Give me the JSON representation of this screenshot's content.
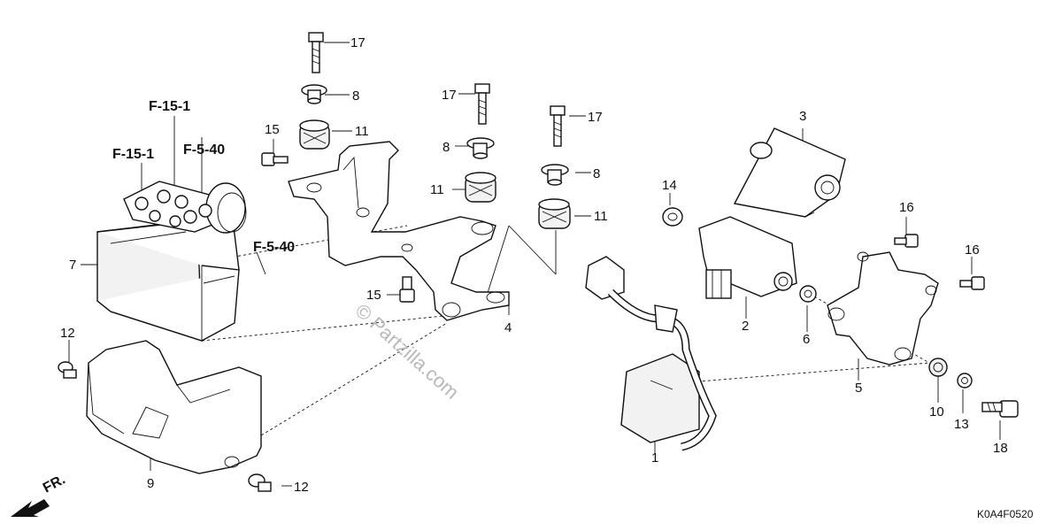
{
  "diagram": {
    "drawing_code": "K0A4F0520",
    "watermark": "© Partzilla.com",
    "front_indicator": "FR.",
    "references": [
      "F-15-1",
      "F-15-1",
      "F-5-40",
      "F-5-40"
    ],
    "callouts": [
      "1",
      "2",
      "3",
      "4",
      "5",
      "6",
      "7",
      "8",
      "8",
      "8",
      "9",
      "10",
      "11",
      "11",
      "11",
      "12",
      "12",
      "13",
      "14",
      "15",
      "15",
      "16",
      "16",
      "17",
      "17",
      "17",
      "18"
    ]
  }
}
